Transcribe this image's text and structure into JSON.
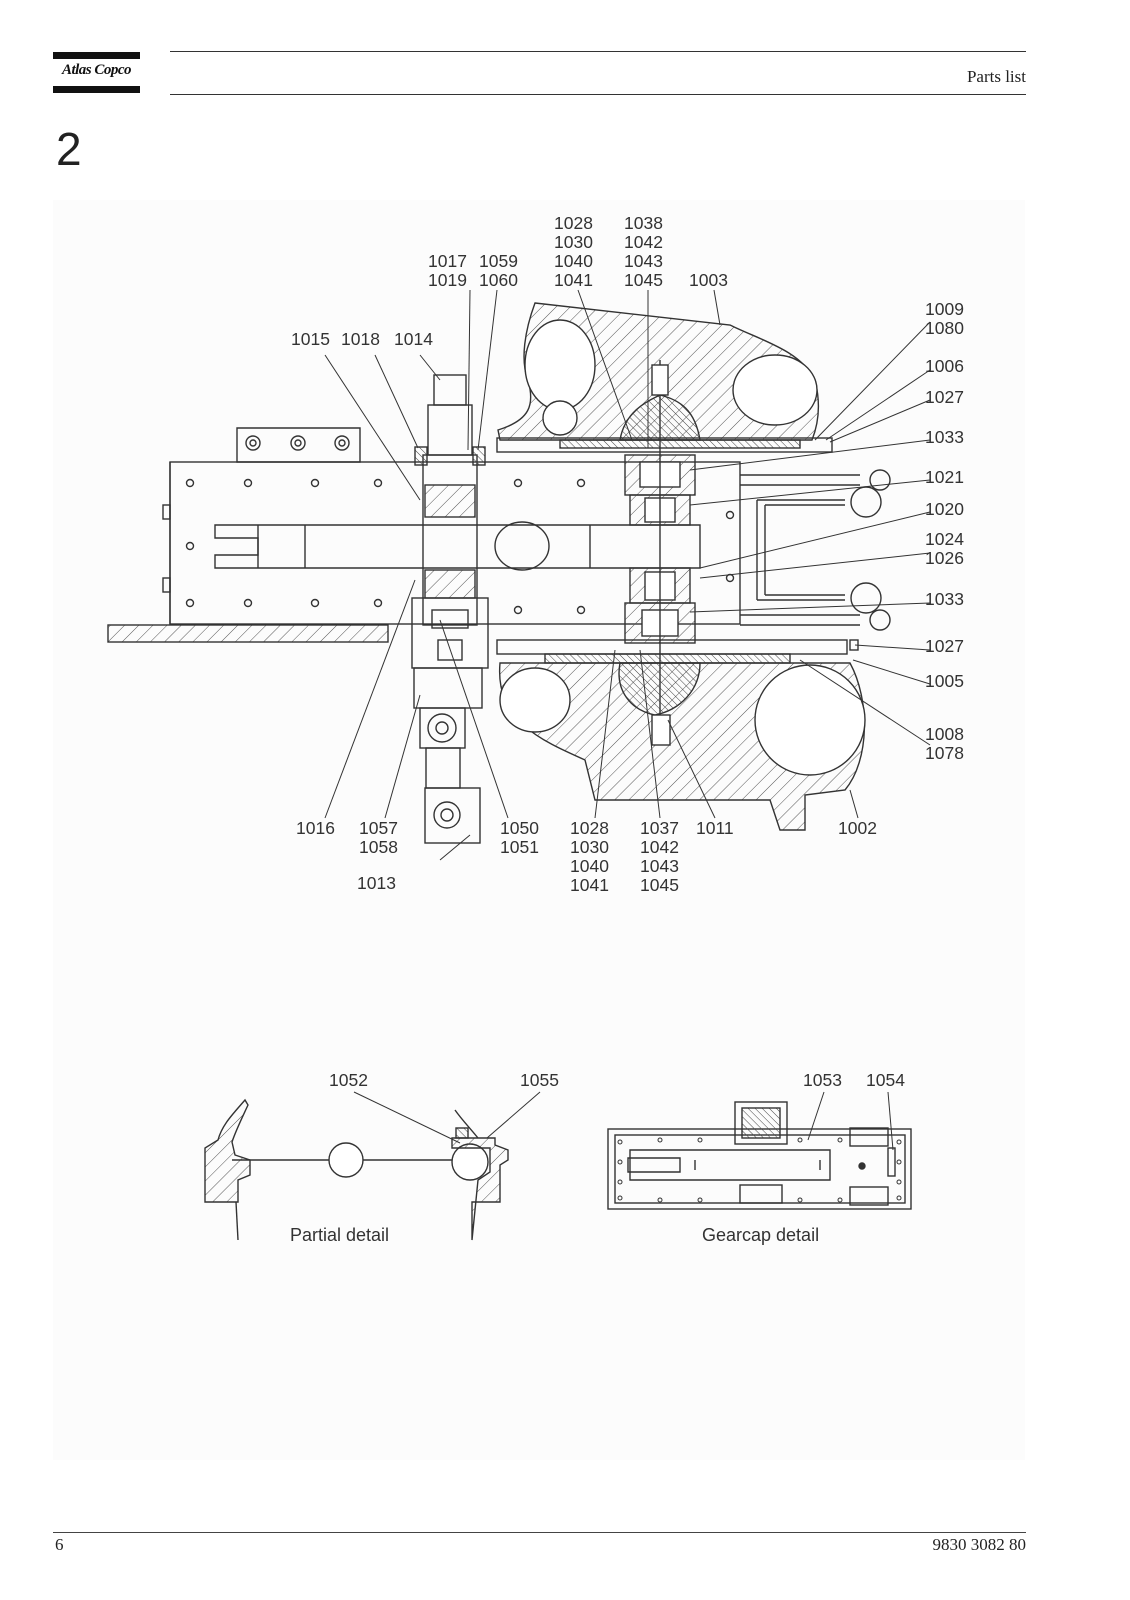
{
  "header": {
    "logo_text": "Atlas Copco",
    "title": "Parts list"
  },
  "section_number": "2",
  "main_drawing": {
    "callouts": {
      "c1028a": "1028",
      "c1030a": "1030",
      "c1040a": "1040",
      "c1041a": "1041",
      "c1038": "1038",
      "c1042a": "1042",
      "c1043a": "1043",
      "c1045a": "1045",
      "c1017": "1017",
      "c1019": "1019",
      "c1059": "1059",
      "c1060": "1060",
      "c1003": "1003",
      "c1015": "1015",
      "c1018": "1018",
      "c1014": "1014",
      "c1009": "1009",
      "c1080": "1080",
      "c1006": "1006",
      "c1027a": "1027",
      "c1033a": "1033",
      "c1021": "1021",
      "c1020": "1020",
      "c1024": "1024",
      "c1026": "1026",
      "c1033b": "1033",
      "c1027b": "1027",
      "c1005": "1005",
      "c1008": "1008",
      "c1078": "1078",
      "c1016": "1016",
      "c1057": "1057",
      "c1058": "1058",
      "c1050": "1050",
      "c1051": "1051",
      "c1028b": "1028",
      "c1030b": "1030",
      "c1040b": "1040",
      "c1041b": "1041",
      "c1037": "1037",
      "c1042b": "1042",
      "c1043b": "1043",
      "c1045b": "1045",
      "c1011": "1011",
      "c1002": "1002",
      "c1013": "1013"
    }
  },
  "partial_detail": {
    "caption": "Partial detail",
    "c1052": "1052",
    "c1055": "1055"
  },
  "gearcap_detail": {
    "caption": "Gearcap detail",
    "c1053": "1053",
    "c1054": "1054"
  },
  "footer": {
    "page_number": "6",
    "document_number": "9830 3082 80"
  }
}
